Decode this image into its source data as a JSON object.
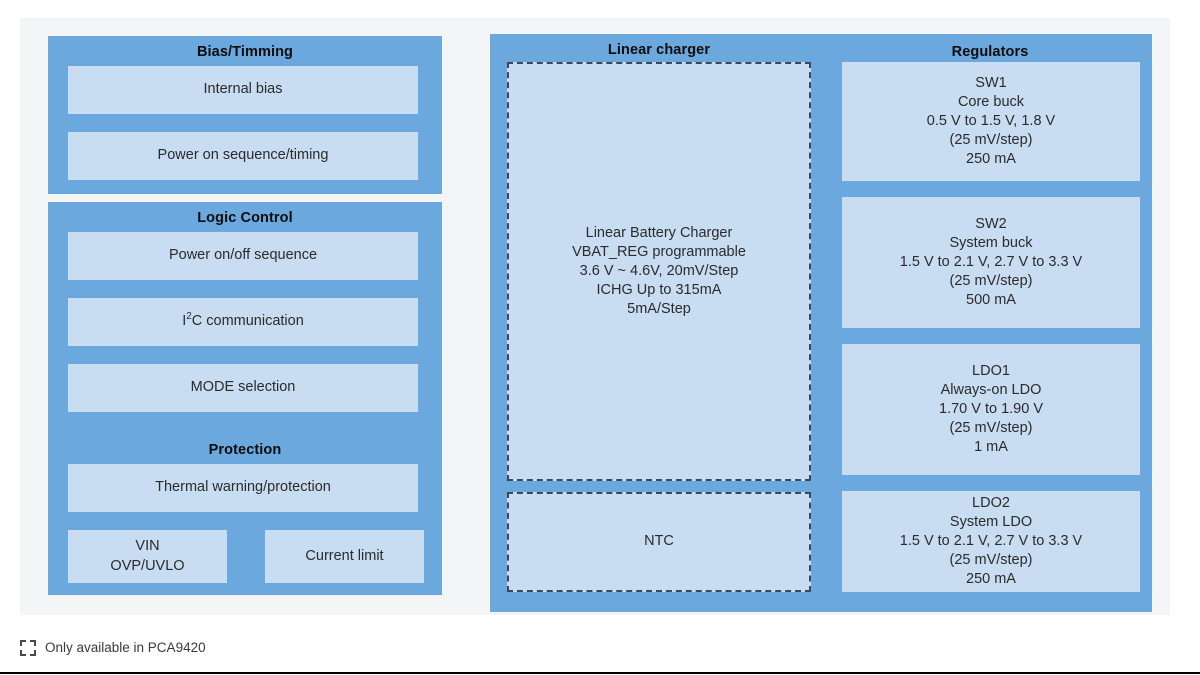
{
  "diagram": {
    "title_text_present": false,
    "colors": {
      "page_background": "#ffffff",
      "canvas_background": "#f4f5f7",
      "group_blue": "#6ba8de",
      "block_blue": "#c8dcf2",
      "dashed_border": "#39485a",
      "text_dark": "#2b2b2b",
      "title_text": "#0d0d0d"
    },
    "groups": [
      {
        "id": "bias-timming",
        "title": "Bias/Timming",
        "blocks": [
          {
            "id": "internal-bias",
            "label": "Internal bias",
            "dashed": false
          },
          {
            "id": "power-on-sequence-timing",
            "label": "Power on sequence/timing",
            "dashed": false
          }
        ]
      },
      {
        "id": "logic-control",
        "title": "Logic Control",
        "blocks": [
          {
            "id": "power-on-off-sequence",
            "label": "Power on/off sequence",
            "dashed": false
          },
          {
            "id": "i2c-communication",
            "label": "I2C communication",
            "label_html": "I<sup>2</sup>C communication",
            "dashed": false
          },
          {
            "id": "mode-selection",
            "label": "MODE selection",
            "dashed": false
          }
        ]
      },
      {
        "id": "protection",
        "title": "Protection",
        "blocks": [
          {
            "id": "thermal-warning-protection",
            "label": "Thermal warning/protection",
            "dashed": false
          },
          {
            "id": "vin-ovp-uvlo",
            "label": "VIN\nOVP/UVLO",
            "dashed": false
          },
          {
            "id": "current-limit",
            "label": "Current limit",
            "dashed": false
          }
        ]
      },
      {
        "id": "linear-charger",
        "title": "Linear charger",
        "blocks": [
          {
            "id": "linear-battery-charger",
            "label": "Linear Battery Charger\nVBAT_REG programmable\n3.6 V ~ 4.6V, 20mV/Step\nICHG Up to 315mA\n5mA/Step",
            "dashed": true
          },
          {
            "id": "ntc",
            "label": "NTC",
            "dashed": true
          }
        ]
      },
      {
        "id": "regulators",
        "title": "Regulators",
        "blocks": [
          {
            "id": "sw1",
            "label": "SW1\nCore buck\n0.5 V to 1.5 V, 1.8 V\n(25 mV/step)\n250 mA",
            "dashed": false
          },
          {
            "id": "sw2",
            "label": "SW2\nSystem buck\n1.5 V to 2.1 V, 2.7 V to 3.3 V\n(25 mV/step)\n500 mA",
            "dashed": false
          },
          {
            "id": "ldo1",
            "label": "LDO1\nAlways-on LDO\n1.70 V to 1.90 V\n(25 mV/step)\n1 mA",
            "dashed": false
          },
          {
            "id": "ldo2",
            "label": "LDO2\nSystem LDO\n1.5 V to 2.1 V, 2.7 V to 3.3 V\n(25 mV/step)\n250 mA",
            "dashed": false
          }
        ]
      }
    ],
    "legend": {
      "swatch_style": "dashed-square",
      "text": "Only available in PCA9420"
    }
  }
}
